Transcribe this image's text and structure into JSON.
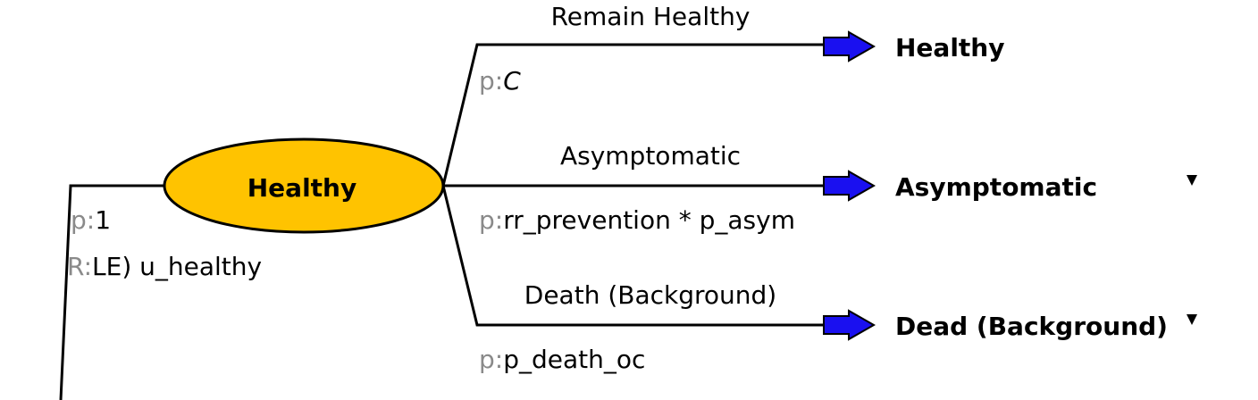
{
  "top_fragment": "...",
  "root": {
    "prob_prefix": "p:",
    "prob": "1",
    "reward_prefix": "R:",
    "reward": "LE) u_healthy"
  },
  "chance_node": {
    "label": "Healthy",
    "fill": "#FFC300"
  },
  "branches": [
    {
      "label": "Remain Healthy",
      "prob_prefix": "p:",
      "prob": "C",
      "terminal": "Healthy",
      "has_menu": false
    },
    {
      "label": "Asymptomatic",
      "prob_prefix": "p:",
      "prob": "rr_prevention * p_asym",
      "terminal": "Asymptomatic",
      "has_menu": true
    },
    {
      "label": "Death (Background)",
      "prob_prefix": "p:",
      "prob": "p_death_oc",
      "terminal": "Dead (Background)",
      "has_menu": true
    }
  ],
  "colors": {
    "arrow": "#1A10F0",
    "line": "#000000"
  },
  "icons": {
    "markov_arrow": "right-arrow-icon",
    "menu": "triangle-down-icon"
  }
}
